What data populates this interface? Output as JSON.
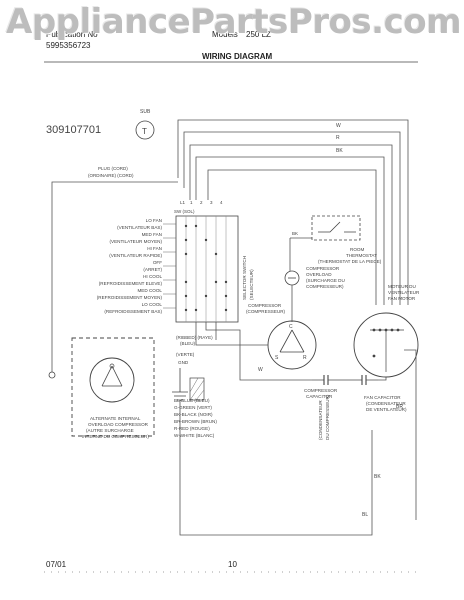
{
  "watermark": "AppliancePartsPros.com",
  "header": {
    "left_line1": "Publication No",
    "left_line2": "5995356723",
    "mid_line1": "Models",
    "model_number": "250 LZ",
    "title": "WIRING DIAGRAM"
  },
  "diagram": {
    "part_number": "309107701",
    "sub_label": "SUB",
    "plug": [
      "PLUG (CORD)",
      "(ORDINAIRE) (CORD)"
    ],
    "switch_header": "SW (SOL)",
    "terminal_labels": [
      "L1",
      "1",
      "2",
      "3",
      "4"
    ],
    "switch_positions": [
      "LO FAN",
      "(VENTILATEUR BAS)",
      "MED FAN",
      "(VENTILATEUR MOYEN)",
      "HI FAN",
      "(VENTILATEUR RAPIDE)",
      "OFF",
      "(ARRET)",
      "HI COOL",
      "(REFROIDISSEMENT ELEVE)",
      "MED COOL",
      "(REFROIDISSEMENT MOYEN)",
      "LO COOL",
      "(REFROIDISSEMENT BAS)"
    ],
    "selector_switch": [
      "SELECTOR SWITCH",
      "(SELECTEUR)"
    ],
    "room_thermostat": [
      "ROOM",
      "THERMOSTAT",
      "(THERMOSTAT DE LA PIECE)"
    ],
    "compressor_overload": [
      "COMPRESSOR",
      "OVERLOAD",
      "(SURCHARGE DU",
      "COMPRESSEUR)"
    ],
    "compressor": [
      "COMPRESSOR",
      "(COMPRESSEUR)"
    ],
    "fan_motor": [
      "MOTEUR DU",
      "VENTILATEUR",
      "FAN MOTOR"
    ],
    "compressor_capacitor": [
      "COMPRESSOR",
      "CAPACITOR"
    ],
    "condenser_label": [
      "(CONDENSATEUR",
      "DU COMPRESSEUR)"
    ],
    "fan_capacitor": [
      "FAN CAPACITOR",
      "(CONDENSATEUR",
      "DE VENTILATEUR)"
    ],
    "ribbed_line": [
      "(RIBBED) (RAYE)",
      "(BLEU)"
    ],
    "ground": [
      "(VERTE)",
      "GND"
    ],
    "alternate_overload": [
      "ALTERNATE INTERNAL",
      "OVERLOAD COMPRESSOR",
      "(AUTRE SURCHARGE",
      "INTERNE DU COMPRESSEUR)"
    ],
    "color_legend": [
      "BL-BLUE (BLEU)",
      "G-GREEN (VERT)",
      "BK-BLACK (NOIR)",
      "BR-BROWN (BRUN)",
      "R-RED (ROUGE)",
      "W-WHITE (BLANC)"
    ],
    "wire_labels": {
      "r": "R",
      "w": "W",
      "bk": "BK",
      "bl": "BL",
      "br": "BR"
    },
    "compressor_terminals": [
      "C",
      "S",
      "R"
    ]
  },
  "footer": {
    "date": "07/01",
    "page": "10"
  }
}
